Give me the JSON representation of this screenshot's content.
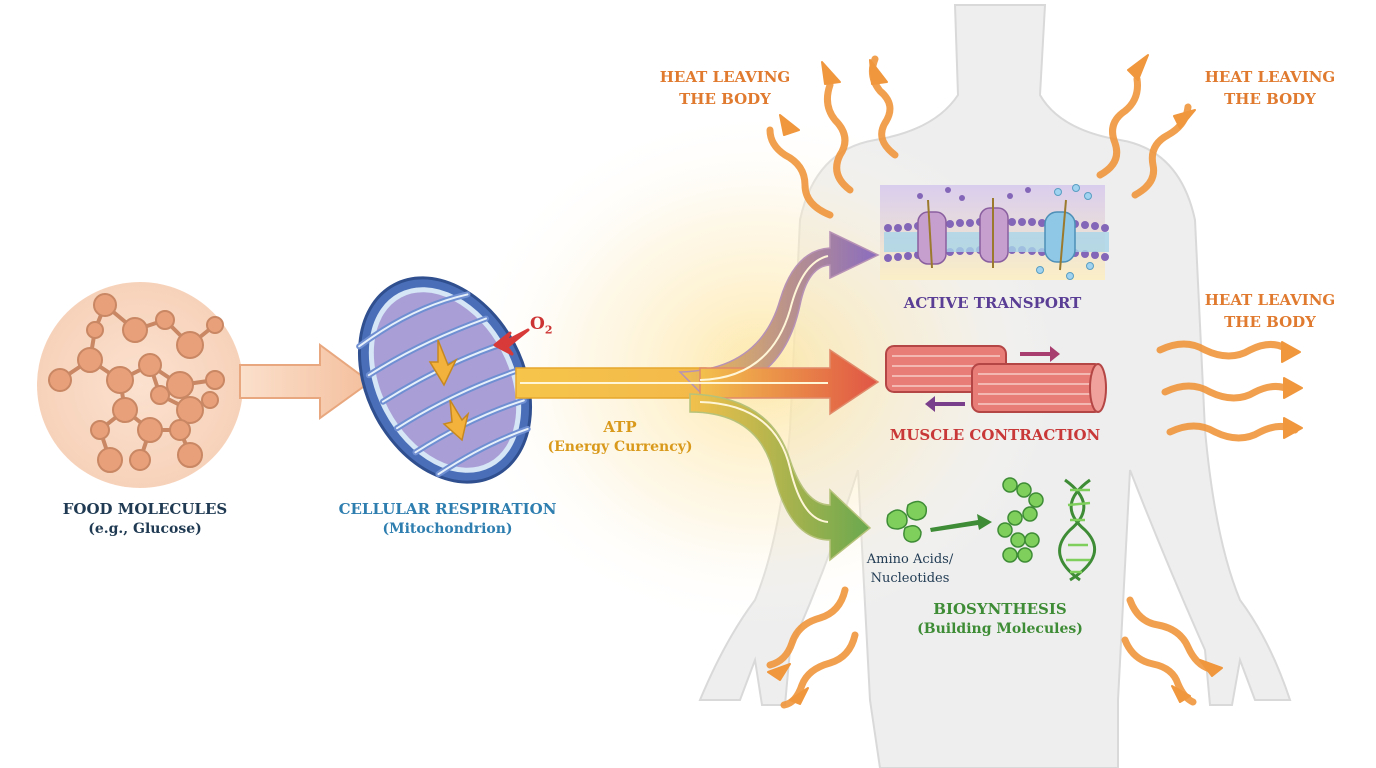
{
  "colors": {
    "heat": "#e07a2e",
    "food": "#1f3a52",
    "respiration": "#2e7eb0",
    "atp": "#d99a1c",
    "oxygen": "#cc3333",
    "transport": "#5a3d95",
    "muscle": "#c93838",
    "biosynthesis": "#3e8c35"
  },
  "food": {
    "title": "FOOD MOLECULES",
    "subtitle": "(e.g., Glucose)"
  },
  "respiration": {
    "title": "CELLULAR RESPIRATION",
    "subtitle": "(Mitochondrion)",
    "oxygen": "O",
    "oxygen_sub": "2"
  },
  "atp": {
    "title": "ATP",
    "subtitle": "(Energy Currency)"
  },
  "active_transport": {
    "title": "ACTIVE TRANSPORT"
  },
  "muscle": {
    "title": "MUSCLE CONTRACTION"
  },
  "biosynthesis": {
    "title": "BIOSYNTHESIS",
    "subtitle": "(Building Molecules)",
    "inputs_line1": "Amino Acids/",
    "inputs_line2": "Nucleotides"
  },
  "heat": {
    "top_left": {
      "line1": "HEAT LEAVING",
      "line2": "THE BODY"
    },
    "top_right": {
      "line1": "HEAT LEAVING",
      "line2": "THE BODY"
    },
    "mid_right": {
      "line1": "HEAT LEAVING",
      "line2": "THE BODY"
    }
  }
}
